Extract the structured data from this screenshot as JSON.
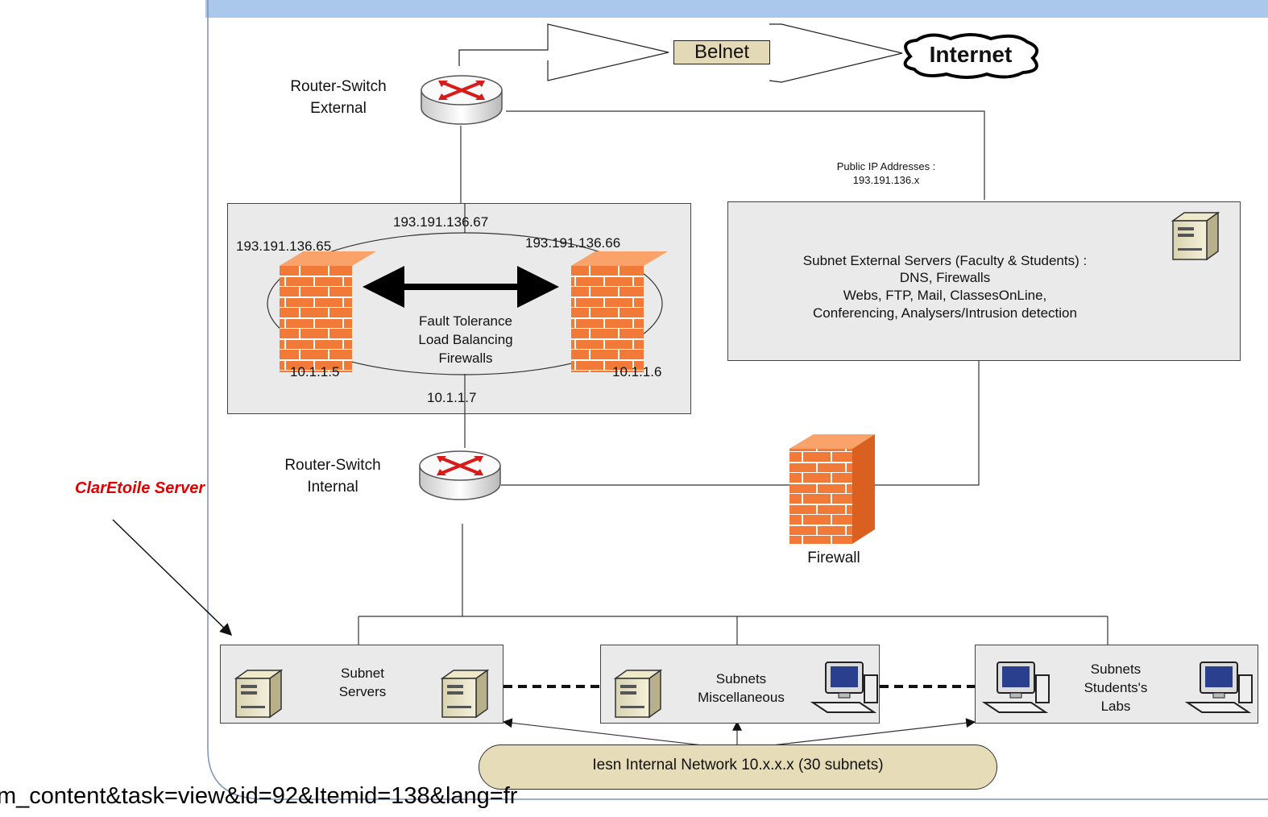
{
  "diagram": {
    "belnet": "Belnet",
    "internet": "Internet",
    "router_external": [
      "Router-Switch",
      "External"
    ],
    "router_internal": [
      "Router-Switch",
      "Internal"
    ],
    "public_ip": [
      "Public IP Addresses :",
      "193.191.136.x"
    ],
    "fw_cluster": {
      "ip_top": "193.191.136.67",
      "ip_left_top": "193.191.136.65",
      "ip_right_top": "193.191.136.66",
      "ip_left_bottom": "10.1.1.5",
      "ip_right_bottom": "10.1.1.6",
      "ip_bottom": "10.1.1.7",
      "label": [
        "Fault Tolerance",
        "Load Balancing",
        "Firewalls"
      ]
    },
    "external_servers": [
      "Subnet External Servers (Faculty & Students) :",
      "DNS, Firewalls",
      "Webs, FTP, Mail, ClassesOnLine,",
      "Conferencing, Analysers/Intrusion detection"
    ],
    "firewall": "Firewall",
    "claretoile": "ClarEtoile Server",
    "subnet_servers": [
      "Subnet",
      "Servers"
    ],
    "subnet_misc": [
      "Subnets",
      "Miscellaneous"
    ],
    "subnet_labs": [
      "Subnets",
      "Students's",
      "Labs"
    ],
    "internal_network": "Iesn Internal Network 10.x.x.x (30 subnets)",
    "url_fragment": "m_content&task=view&id=92&Itemid=138&lang=fr"
  },
  "colors": {
    "firewall": "#f07030",
    "header_bar": "#a9c8ec",
    "frame": "#7d93b8",
    "claretoile": "#e00000",
    "box_fill": "#eaeaea",
    "belnet_fill": "#e3d9b6",
    "pill_fill": "#e6dcb8"
  }
}
